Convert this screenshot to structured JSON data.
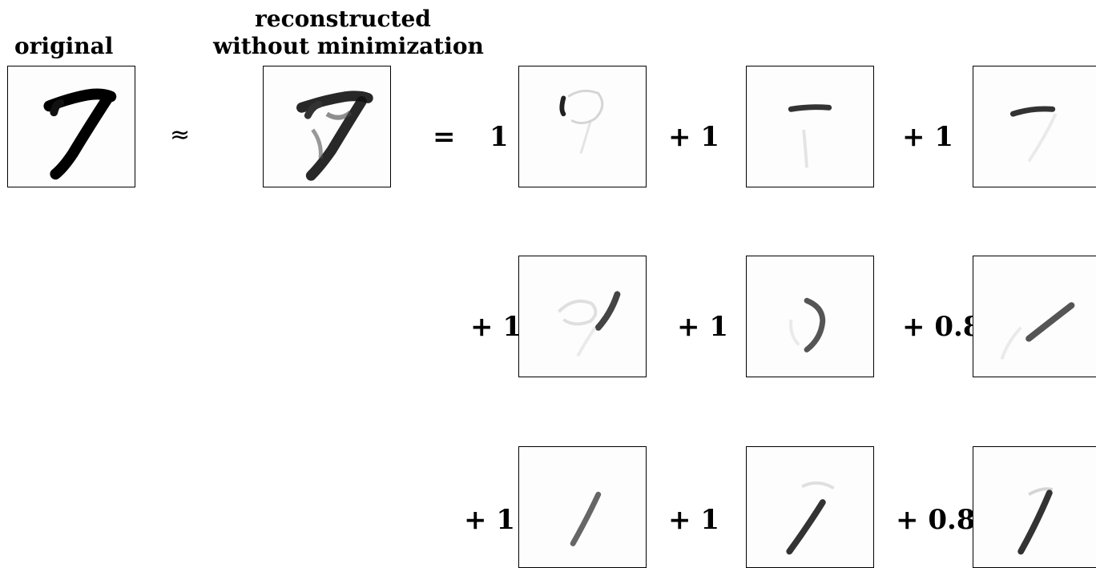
{
  "labels": {
    "original": "original",
    "reconstructed_line1": "reconstructed",
    "reconstructed_line2": "without minimization"
  },
  "operators": {
    "approx": "≈",
    "equals": "="
  },
  "coefficients": [
    "1",
    "+ 1",
    "+ 1",
    "+ 1",
    "+ 1",
    "+ 0.8",
    "+ 1",
    "+ 1",
    "+ 0.8"
  ]
}
